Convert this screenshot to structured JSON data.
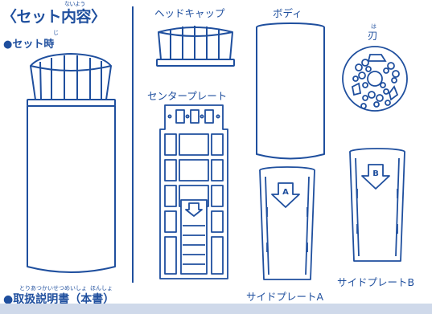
{
  "header": {
    "title": "〈セット内容〉",
    "title_ruby": "ないよう",
    "set_label": "●セット時",
    "set_ruby": "じ"
  },
  "parts": {
    "head_cap": "ヘッドキャップ",
    "body": "ボディ",
    "blade_ruby": "は",
    "blade": "刃",
    "center_plate": "センタープレート",
    "side_plate_a": "サイドプレートA",
    "side_plate_b": "サイドプレートB",
    "marker_a": "A",
    "marker_b": "B"
  },
  "manual": {
    "label": "●取扱説明書（本書）",
    "ruby_main": "とりあつかいせつめいしょ",
    "ruby_book": "ほんしょ"
  },
  "colors": {
    "ink": "#1f4f9e",
    "band": "#cfd9ea"
  }
}
